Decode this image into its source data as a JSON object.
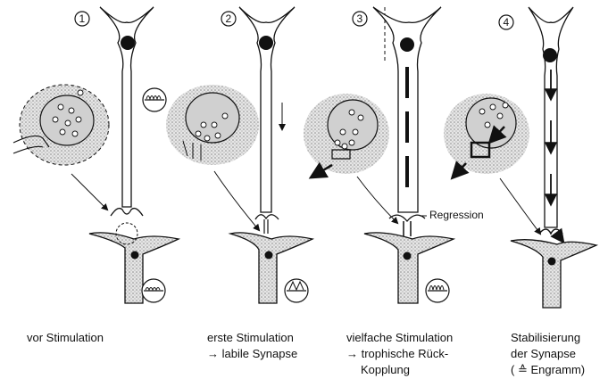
{
  "stages": [
    {
      "number": "1",
      "caption": [
        "vor Stimulation"
      ]
    },
    {
      "number": "2",
      "caption": [
        "erste Stimulation",
        "→ labile Synapse"
      ]
    },
    {
      "number": "3",
      "caption": [
        "vielfache Stimulation",
        "→ trophische Rück-",
        "Kopplung"
      ]
    },
    {
      "number": "4",
      "caption": [
        "Stabilisierung",
        "der Synapse",
        "( ≙ Engramm)"
      ]
    }
  ],
  "annotations": {
    "regression": "Regression"
  },
  "colors": {
    "ink": "#111111",
    "stipple": "#bdbdbd",
    "vesicle": "#ffffff"
  }
}
